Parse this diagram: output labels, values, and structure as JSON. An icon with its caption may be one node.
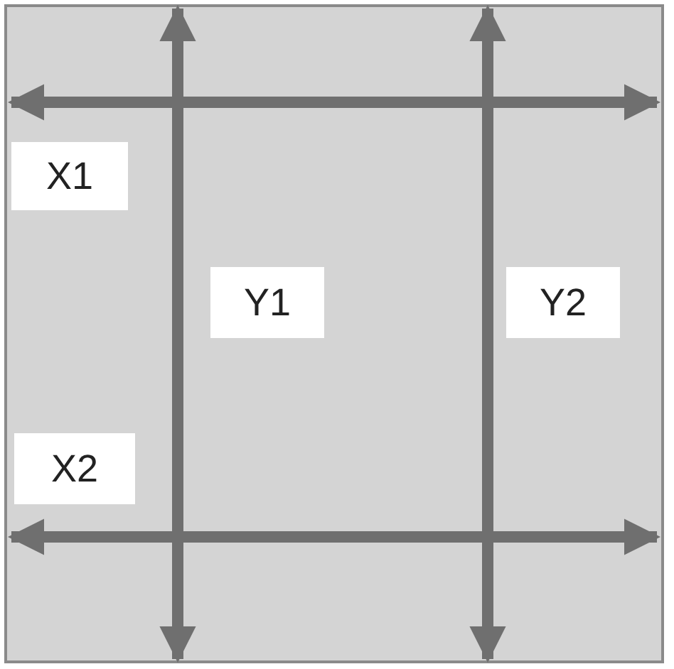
{
  "diagram": {
    "labels": [
      "X1",
      "Y1",
      "Y2",
      "X2"
    ]
  }
}
